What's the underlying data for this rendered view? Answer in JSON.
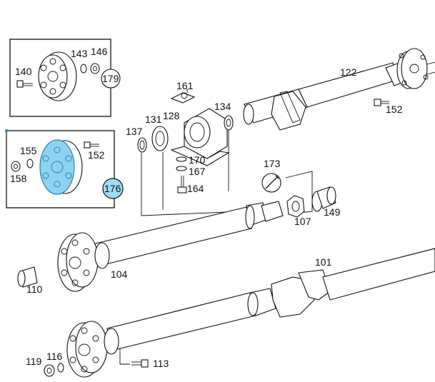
{
  "callouts": {
    "c101": "101",
    "c104": "104",
    "c107": "107",
    "c110": "110",
    "c113": "113",
    "c116": "116",
    "c119": "119",
    "c122": "122",
    "c128": "128",
    "c131": "131",
    "c134": "134",
    "c137": "137",
    "c140": "140",
    "c143": "143",
    "c146": "146",
    "c149": "149",
    "c152a": "152",
    "c152b": "152",
    "c155": "155",
    "c158": "158",
    "c161": "161",
    "c164": "164",
    "c167": "167",
    "c170": "170",
    "c173": "173",
    "c176": "176",
    "c179": "179"
  },
  "colors": {
    "highlight": "#8fd3f2",
    "highlight_stroke": "#2a7fb2",
    "line": "#111111"
  }
}
